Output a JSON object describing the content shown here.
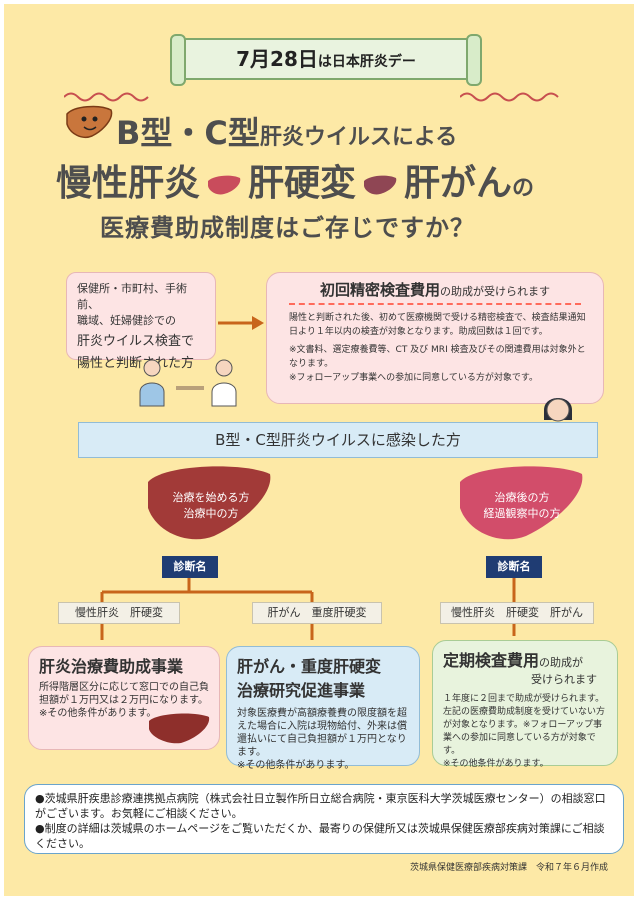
{
  "banner": {
    "date": "7月28日",
    "suffix": "は日本肝炎デー"
  },
  "headline": {
    "line1_types": "B型・C型",
    "line1_rest": "肝炎ウイルスによる",
    "line2_a": "慢性肝炎",
    "line2_b": "肝硬変",
    "line2_c": "肝がん",
    "line2_d": "の",
    "line3": "医療費助成制度はご存じですか？"
  },
  "entry": {
    "line1": "保健所・市町村、手術前、",
    "line2": "職域、妊婦健診での",
    "line3": "肝炎ウイルス検査で",
    "line4": "陽性と判断された方"
  },
  "exam": {
    "title": "初回精密検査費用",
    "title_suffix": "の助成が受けられます",
    "body": "陽性と判断された後、初めて医療機関で受ける精密検査で、検査結果通知日より１年以内の検査が対象となります。助成回数は１回です。",
    "note1": "※文書料、選定療養費等、CT 及び MRI 検査及びその関連費用は対象外となります。",
    "note2": "※フォローアップ事業への参加に同意している方が対象です。"
  },
  "infected_bar": "B型・C型肝炎ウイルスに感染した方",
  "left_liver": {
    "line1": "治療を始める方",
    "line2": "治療中の方"
  },
  "right_liver": {
    "line1": "治療後の方",
    "line2": "経過観察中の方"
  },
  "diagnosis_label": "診断名",
  "tags": {
    "left": "慢性肝炎　肝硬変",
    "mid": "肝がん　重度肝硬変",
    "right": "慢性肝炎　肝硬変　肝がん"
  },
  "card1": {
    "title": "肝炎治療費助成事業",
    "body": "所得階層区分に応じて窓口での自己負担額が１万円又は２万円になります。",
    "note": "※その他条件があります。"
  },
  "card2": {
    "title1": "肝がん・重度肝硬変",
    "title2": "治療研究促進事業",
    "body": "対象医療費が高額療養費の限度額を超えた場合に入院は現物給付、外来は償還払いにて自己負担額が１万円となります。",
    "note": "※その他条件があります。"
  },
  "card3": {
    "title": "定期検査費用",
    "title_suffix": "の助成が",
    "title_suffix2": "受けられます",
    "body": "１年度に２回まで助成が受けられます。左記の医療費助成制度を受けていない方が対象となります。※フォローアップ事業への参加に同意している方が対象です。",
    "note": "※その他条件があります。"
  },
  "footer": {
    "line1": "●茨城県肝疾患診療連携拠点病院（株式会社日立製作所日立総合病院・東京医科大学茨城医療センター）の相談窓口がございます。お気軽にご相談ください。",
    "line2": "●制度の詳細は茨城県のホームページをご覧いただくか、最寄りの保健所又は茨城県保健医療部疾病対策課にご相談ください。"
  },
  "credit": {
    "dept": "茨城県保健医療部疾病対策課",
    "date": "令和７年６月作成"
  },
  "colors": {
    "background": "#fde9a6",
    "liver_left": "#a23a38",
    "liver_right": "#d24d6a",
    "arrow": "#c8651b",
    "navy": "#1f3c73"
  }
}
